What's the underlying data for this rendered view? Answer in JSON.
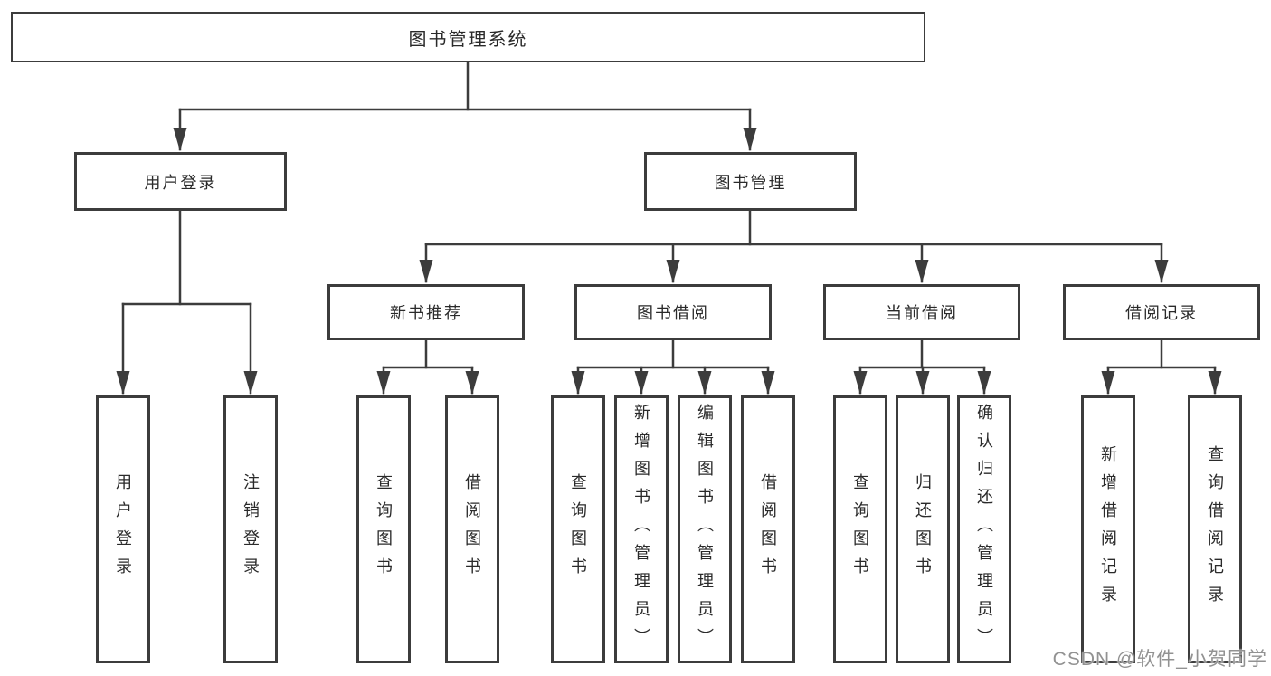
{
  "colors": {
    "background": "#ffffff",
    "line": "#3c3c3c",
    "box_border": "#3c3c3c",
    "text": "#2a2a2a",
    "watermark": "#929292"
  },
  "watermark": {
    "text": "CSDN @软件_小贺同学"
  },
  "diagram": {
    "root": {
      "label": "图书管理系统",
      "children": [
        {
          "label": "用户登录",
          "children": [
            {
              "label": "用户登录"
            },
            {
              "label": "注销登录"
            }
          ]
        },
        {
          "label": "图书管理",
          "children": [
            {
              "label": "新书推荐",
              "children": [
                {
                  "label": "查询图书"
                },
                {
                  "label": "借阅图书"
                }
              ]
            },
            {
              "label": "图书借阅",
              "children": [
                {
                  "label": "查询图书"
                },
                {
                  "label": "新增图书（管理员）"
                },
                {
                  "label": "编辑图书（管理员）"
                },
                {
                  "label": "借阅图书"
                }
              ]
            },
            {
              "label": "当前借阅",
              "children": [
                {
                  "label": "查询图书"
                },
                {
                  "label": "归还图书"
                },
                {
                  "label": "确认归还（管理员）"
                }
              ]
            },
            {
              "label": "借阅记录",
              "children": [
                {
                  "label": "新增借阅记录"
                },
                {
                  "label": "查询借阅记录"
                }
              ]
            }
          ]
        }
      ]
    }
  }
}
